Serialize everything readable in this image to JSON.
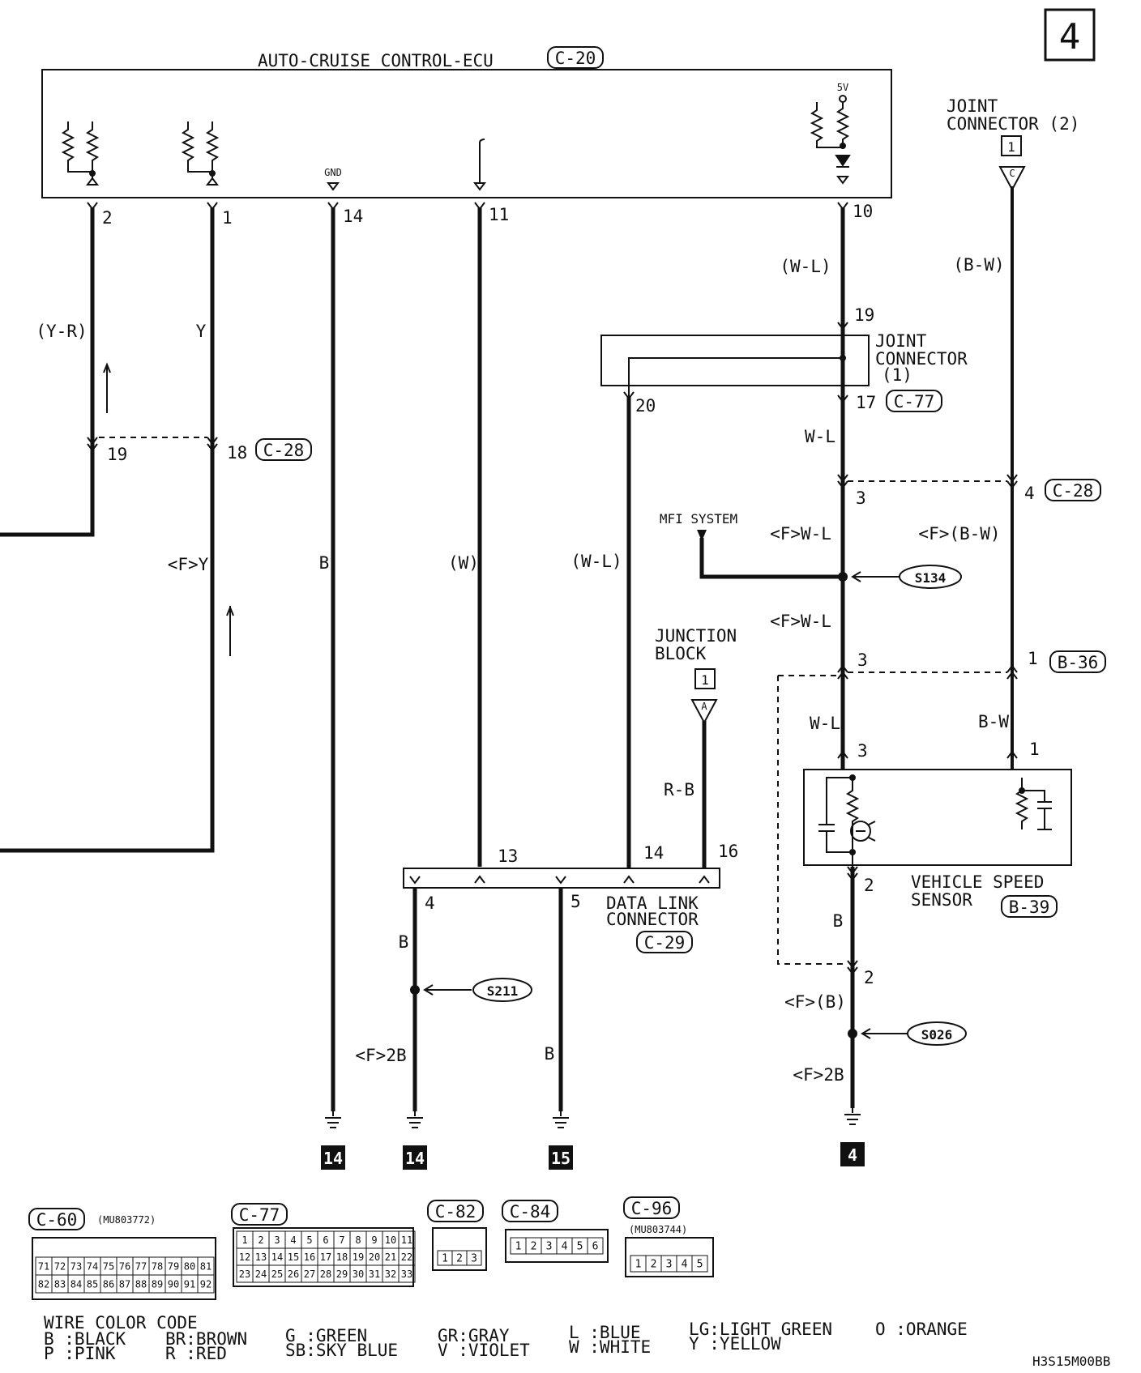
{
  "page_number": "4",
  "ecu": {
    "title": "AUTO-CRUISE CONTROL-ECU",
    "connector": "C-20",
    "gnd": "GND",
    "supply": "5V"
  },
  "ecu_pins": {
    "p2": "2",
    "p1": "1",
    "p14": "14",
    "p11": "11",
    "p10": "10"
  },
  "wires": {
    "yr": "(Y-R)",
    "y": "Y",
    "fy": "<F>Y",
    "b": "B",
    "w": "(W)",
    "wl_paren": "(W-L)",
    "wl_top": "(W-L)",
    "wl": "W-L",
    "fwl1": "<F>W-L",
    "fwl2": "<F>W-L",
    "wl_lower": "W-L",
    "bw_top": "(B-W)",
    "fbw": "<F>(B-W)",
    "bw": "B-W",
    "rb": "R-B",
    "b_dlc": "B",
    "f2b_left": "<F>2B",
    "b_p5": "B",
    "b_vss": "B",
    "fb": "<F>(B)",
    "f2b_right": "<F>2B"
  },
  "c28_left": {
    "pin19": "19",
    "pin18": "18",
    "label": "C-28"
  },
  "joint1": {
    "title_line1": "JOINT",
    "title_line2": "CONNECTOR",
    "title_line3": "(1)",
    "pin19": "19",
    "pin20": "20",
    "pin17": "17",
    "connector": "C-77"
  },
  "joint2": {
    "title_line1": "JOINT",
    "title_line2": "CONNECTOR (2)",
    "ref": "1",
    "letter": "C"
  },
  "c28_right": {
    "pin3": "3",
    "pin4": "4",
    "label": "C-28"
  },
  "mfi": {
    "label": "MFI SYSTEM"
  },
  "splices": {
    "s134": "S134",
    "s211": "S211",
    "s026": "S026"
  },
  "b36": {
    "pin3": "3",
    "pin1": "1",
    "label": "B-36"
  },
  "vss": {
    "title_line1": "VEHICLE SPEED",
    "title_line2": "SENSOR",
    "connector": "B-39",
    "pin3": "3",
    "pin1": "1",
    "pin2": "2",
    "pin2_lower": "2"
  },
  "junction": {
    "title_line1": "JUNCTION",
    "title_line2": "BLOCK",
    "ref": "1",
    "letter": "A"
  },
  "dlc": {
    "title_line1": "DATA LINK",
    "title_line2": "CONNECTOR",
    "connector": "C-29",
    "pin13": "13",
    "pin14": "14",
    "pin16": "16",
    "pin4": "4",
    "pin5": "5"
  },
  "grounds": {
    "g1": "14",
    "g2": "14",
    "g3": "15",
    "g4": "4"
  },
  "connectors": {
    "c60": {
      "label": "C-60",
      "part": "(MU803772)",
      "row1": [
        "71",
        "72",
        "73",
        "74",
        "75",
        "76",
        "77",
        "78",
        "79",
        "80",
        "81"
      ],
      "row2": [
        "82",
        "83",
        "84",
        "85",
        "86",
        "87",
        "88",
        "89",
        "90",
        "91",
        "92"
      ]
    },
    "c77": {
      "label": "C-77",
      "row1": [
        "1",
        "2",
        "3",
        "4",
        "5",
        "6",
        "7",
        "8",
        "9",
        "10",
        "11"
      ],
      "row2": [
        "12",
        "13",
        "14",
        "15",
        "16",
        "17",
        "18",
        "19",
        "20",
        "21",
        "22"
      ],
      "row3": [
        "23",
        "24",
        "25",
        "26",
        "27",
        "28",
        "29",
        "30",
        "31",
        "32",
        "33"
      ]
    },
    "c82": {
      "label": "C-82",
      "row": [
        "1",
        "2",
        "3"
      ]
    },
    "c84": {
      "label": "C-84",
      "row": [
        "1",
        "2",
        "3",
        "4",
        "5",
        "6"
      ]
    },
    "c96": {
      "label": "C-96",
      "part": "(MU803744)",
      "row": [
        "1",
        "2",
        "3",
        "4",
        "5"
      ]
    }
  },
  "legend": {
    "title": "WIRE COLOR CODE",
    "b": "B :BLACK",
    "br": "BR:BROWN",
    "g": "G :GREEN",
    "gr": "GR:GRAY",
    "l": "L :BLUE",
    "lg": "LG:LIGHT GREEN",
    "o": "O :ORANGE",
    "p": "P :PINK",
    "r": "R :RED",
    "sb": "SB:SKY BLUE",
    "v": "V :VIOLET",
    "w": "W :WHITE",
    "y": "Y :YELLOW"
  },
  "doc_code": "H3S15M00BB"
}
